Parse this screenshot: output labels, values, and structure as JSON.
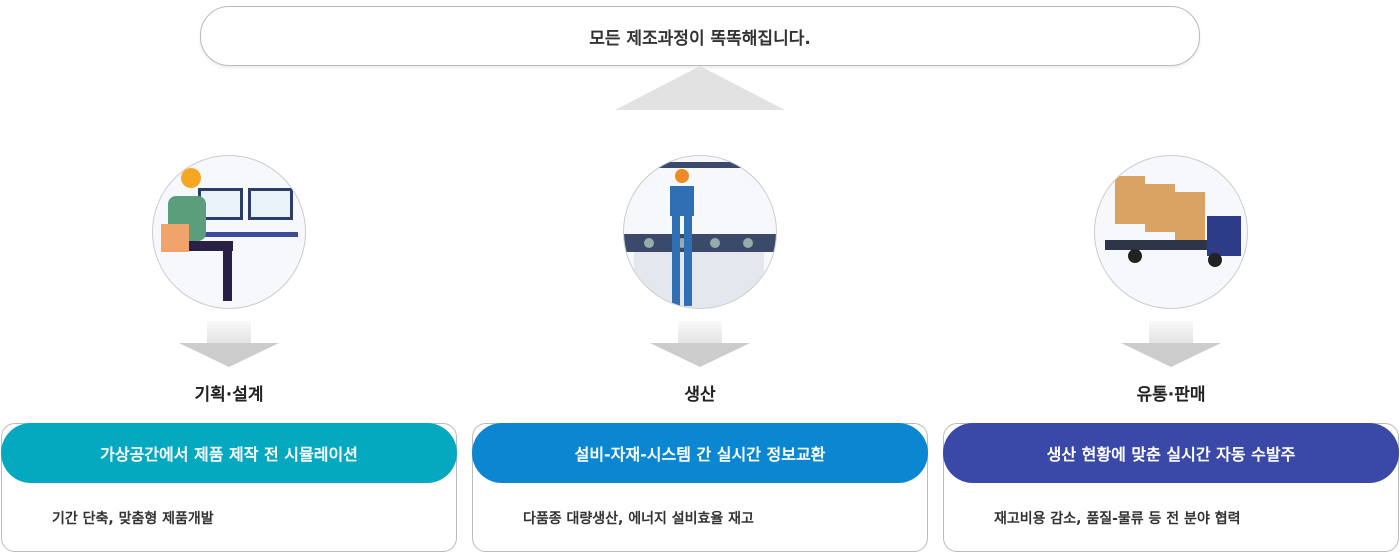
{
  "headline": "모든 제조과정이 똑똑해집니다.",
  "stages": [
    {
      "title": "기획·설계",
      "pill": "가상공간에서 제품 제작 전 시뮬레이션",
      "desc": "기간 단축, 맞춤형 제품개발",
      "color": "#05a9bf"
    },
    {
      "title": "생산",
      "pill": "설비-자재-시스템 간 실시간 정보교환",
      "desc": "다품종 대량생산, 에너지 설비효율 재고",
      "color": "#0a87d0"
    },
    {
      "title": "유통·판매",
      "pill": "생산 현황에 맞춘 실시간 자동 수발주",
      "desc": "재고비용 감소, 품질-물류 등 전 분야 협력",
      "color": "#3a48a8"
    }
  ]
}
